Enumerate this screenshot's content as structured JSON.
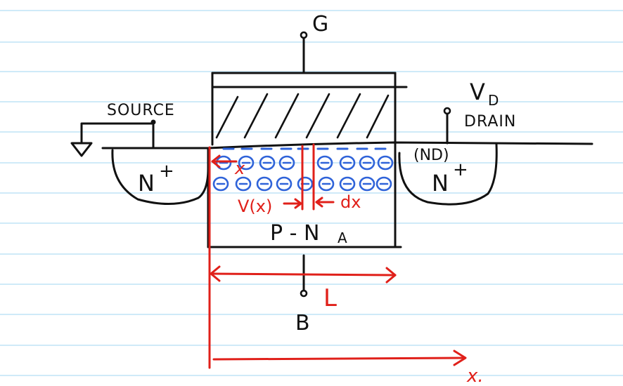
{
  "labels": {
    "gate": "G",
    "source": "SOURCE",
    "vd": "V",
    "vd_sub": "D",
    "drain": "DRAIN",
    "nd": "(ND)",
    "n_plus": "N",
    "plus": "+",
    "body_region": "P - N",
    "na_sub": "A",
    "bulk": "B",
    "x_inner": "x",
    "v_of_x": "V(x)",
    "dx": "dx",
    "length": "L",
    "x_axis": "x."
  },
  "colors": {
    "ink": "#111111",
    "red": "#e0201a",
    "blue": "#2f63d9",
    "ruled_line": "#bfe3f5"
  },
  "icons": {
    "ground": "ground-icon",
    "terminal": "terminal-dot-icon",
    "electron": "minus-circle-icon"
  }
}
